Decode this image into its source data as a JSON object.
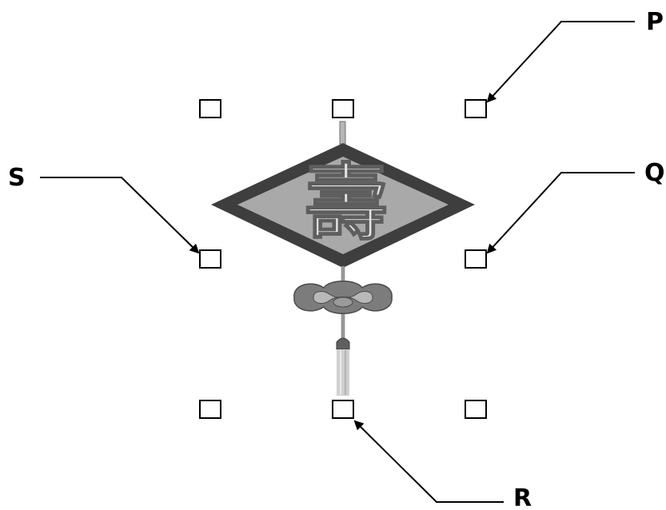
{
  "callouts": [
    {
      "id": "P",
      "label": "P"
    },
    {
      "id": "Q",
      "label": "Q"
    },
    {
      "id": "R",
      "label": "R"
    },
    {
      "id": "S",
      "label": "S"
    }
  ],
  "ornament": {
    "character": "壽"
  },
  "colors": {
    "diamond_border": "#3e3e3e",
    "diamond_fill": "#a9a9a9",
    "character_fill": "#e6e6e6",
    "knot": "#7c7c7c",
    "tassel": "#cfcfcf",
    "line": "#000000"
  }
}
